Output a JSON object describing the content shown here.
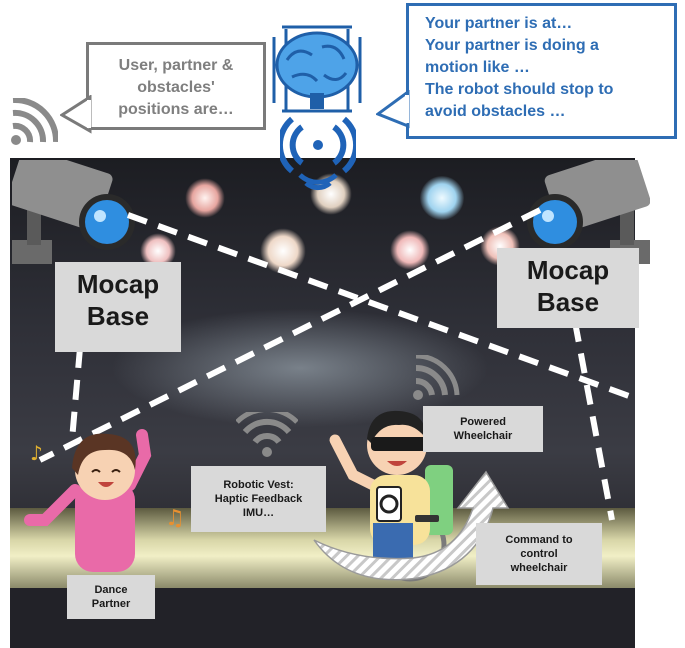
{
  "bubbles": {
    "sensor_lines": [
      "User, partner &",
      "obstacles'",
      "positions are…"
    ],
    "robot_lines": [
      "Your partner is at…",
      "Your partner is doing a",
      "motion like …",
      "The robot should stop to",
      "avoid obstacles …"
    ]
  },
  "labels": {
    "mocap_left": [
      "Mocap",
      "Base"
    ],
    "mocap_right": [
      "Mocap",
      "Base"
    ],
    "dance_partner": [
      "Dance",
      "Partner"
    ],
    "robotic_vest": [
      "Robotic Vest:",
      "Haptic Feedback",
      "IMU…"
    ],
    "powered_wheelchair": [
      "Powered",
      "Wheelchair"
    ],
    "command": [
      "Command to",
      "control",
      "wheelchair"
    ]
  },
  "colors": {
    "accent_blue": "#2e6db4",
    "wireless_gray": "#8a8a8a",
    "wireless_blue": "#1f63b8",
    "label_bg": "#d9d9d9"
  },
  "icons": [
    "brain-chip-icon",
    "wireless-icon",
    "mocap-camera-icon"
  ]
}
